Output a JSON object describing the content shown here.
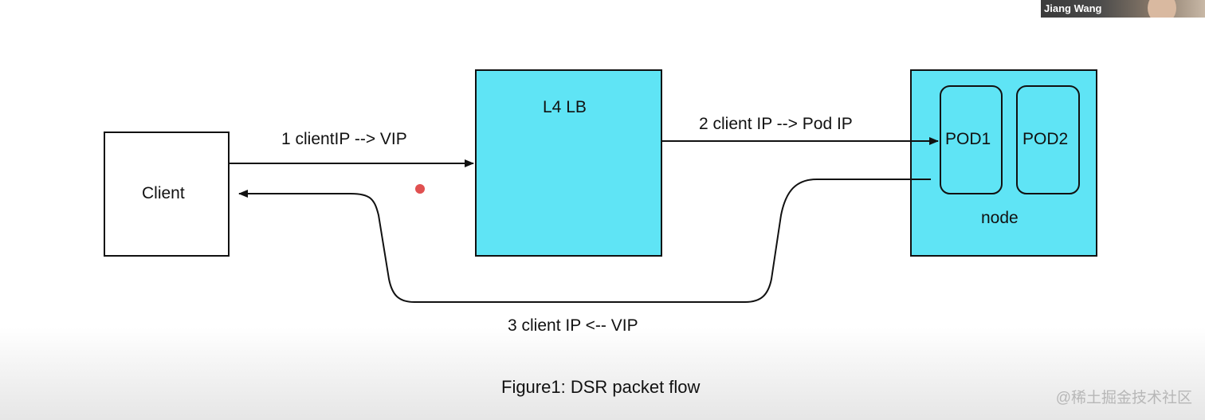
{
  "nodes": {
    "client": "Client",
    "lb": "L4 LB",
    "pod1": "POD1",
    "pod2": "POD2",
    "node": "node"
  },
  "edges": {
    "step1": "1 clientIP --> VIP",
    "step2": "2 client IP --> Pod IP",
    "step3": "3 client IP <--  VIP"
  },
  "caption": "Figure1: DSR packet flow",
  "video_tile": {
    "participant_name": "Jiang Wang"
  },
  "watermark": "@稀土掘金技术社区",
  "colors": {
    "box_fill_cyan": "#5fe4f5",
    "stroke": "#111111",
    "pointer_dot": "#e05050"
  }
}
